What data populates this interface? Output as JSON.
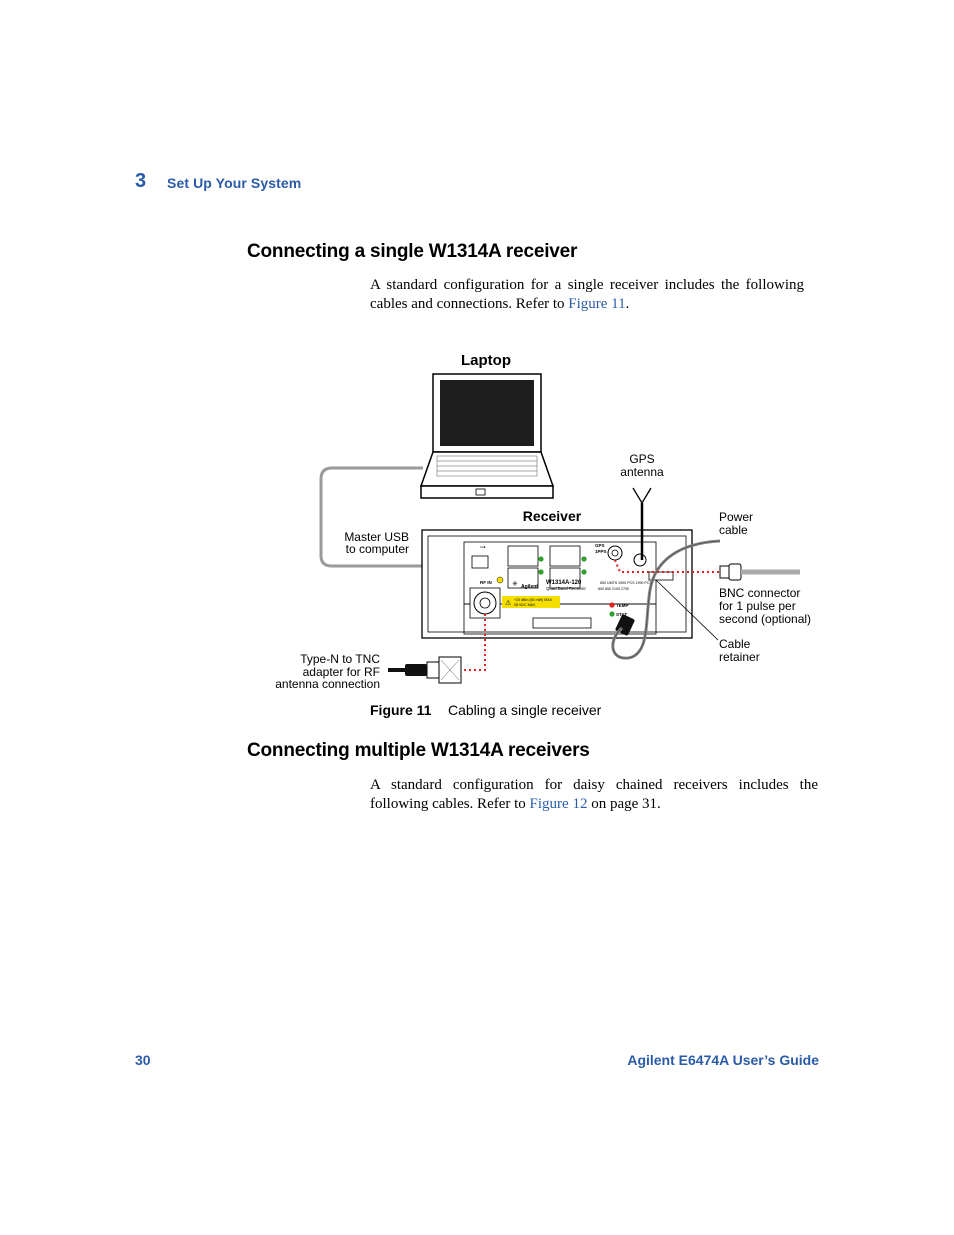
{
  "header": {
    "chapter_number": "3",
    "chapter_title": "Set Up Your System"
  },
  "section1": {
    "heading": "Connecting a single W1314A receiver",
    "para_part1": "A standard configuration for a single receiver includes the following cables and connections. Refer to ",
    "para_link": "Figure 11",
    "para_part2": "."
  },
  "figure": {
    "labels": {
      "laptop": "Laptop",
      "receiver": "Receiver",
      "gps_line1": "GPS",
      "gps_line2": "antenna",
      "power_line1": "Power",
      "power_line2": "cable",
      "usb_line1": "Master USB",
      "usb_line2": "to computer",
      "bnc_line1": "BNC connector",
      "bnc_line2": "for 1 pulse per",
      "bnc_line3": "second (optional)",
      "retainer_line1": "Cable",
      "retainer_line2": "retainer",
      "typen_line1": "Type-N to TNC",
      "typen_line2": "adapter for RF",
      "typen_line3": "antenna connection"
    },
    "panel": {
      "rf_in": "RF IN",
      "brand": "Agilent",
      "model": "W1314A-120",
      "subtitle": "Quad Band Receiver",
      "warning_line1": "+20 dBm (50 mW) MAX",
      "warning_line2": "28 VDC MAX",
      "freq_line1": "850 UMTS 1900 PCS 1990 PCS",
      "freq_line2": "800 850 2100 2700",
      "gps_label": "GPS",
      "pps_label": "1PPS",
      "temp_label": "TEMP",
      "stat_label": "STAT"
    },
    "caption_label": "Figure 11",
    "caption_text": "Cabling a single receiver"
  },
  "section2": {
    "heading": "Connecting multiple W1314A receivers",
    "para_part1": "A standard configuration for daisy chained receivers includes the following cables. Refer to ",
    "para_link": "Figure 12",
    "para_part2": " on page 31."
  },
  "footer": {
    "page_number": "30",
    "guide_title": "Agilent E6474A User’s Guide"
  }
}
